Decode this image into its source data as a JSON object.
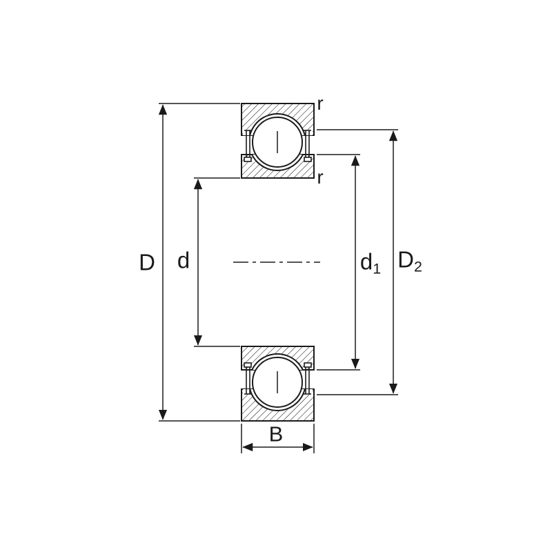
{
  "diagram": {
    "name": "Deep groove ball bearing cross-section dimension drawing",
    "labels": {
      "outer_diameter": "D",
      "bore_diameter": "d",
      "d1_base": "d",
      "d1_sub": "1",
      "d2_base": "D",
      "d2_sub": "2",
      "width": "B",
      "fillet_radius_outer": "r",
      "fillet_radius_inner": "r"
    },
    "colors": {
      "line": "#1a1a1a",
      "background": "#ffffff"
    }
  }
}
